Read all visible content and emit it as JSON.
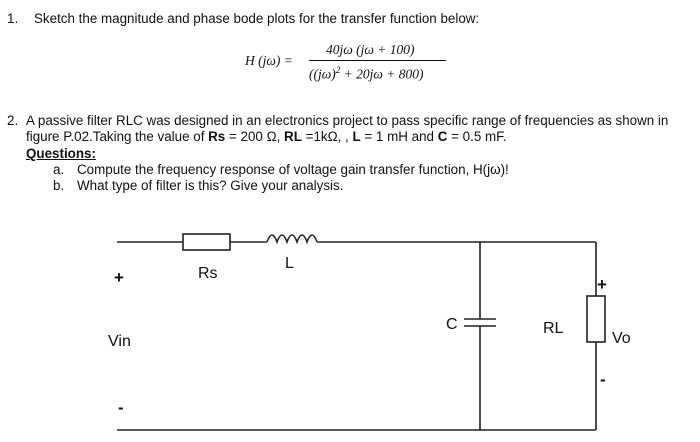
{
  "q1": {
    "number": "1.",
    "text": "Sketch the magnitude and phase bode plots for the transfer function below:",
    "lhs": "H (jω) =",
    "numerator": "40jω (jω + 100)",
    "denominator_a": "((jω)",
    "denominator_exp": "2",
    "denominator_b": " + 20jω  + 800)"
  },
  "q2": {
    "number": "2.",
    "line1": "A passive filter RLC was designed in an electronics project to pass specific range of frequencies as shown in",
    "line2_a": "figure P.02.Taking the value of ",
    "rs_label": "Rs",
    "rs_value": " = 200 Ω, ",
    "rl_label": "RL",
    "rl_value": " =1kΩ, , ",
    "l_label": "L",
    "l_value": " = 1 mH and ",
    "c_label": "C",
    "c_value": " = 0.5 mF.",
    "questions_heading": "Questions:",
    "items": [
      {
        "marker": "a.",
        "text": "Compute the frequency response of voltage gain transfer function, H(jω)!"
      },
      {
        "marker": "b.",
        "text": "What type of filter is this? Give your analysis."
      }
    ]
  },
  "circuit": {
    "rs": "Rs",
    "l": "L",
    "c": "C",
    "rl": "RL",
    "vin": "Vin",
    "vo": "Vo",
    "plus": "+",
    "minus": "-"
  }
}
